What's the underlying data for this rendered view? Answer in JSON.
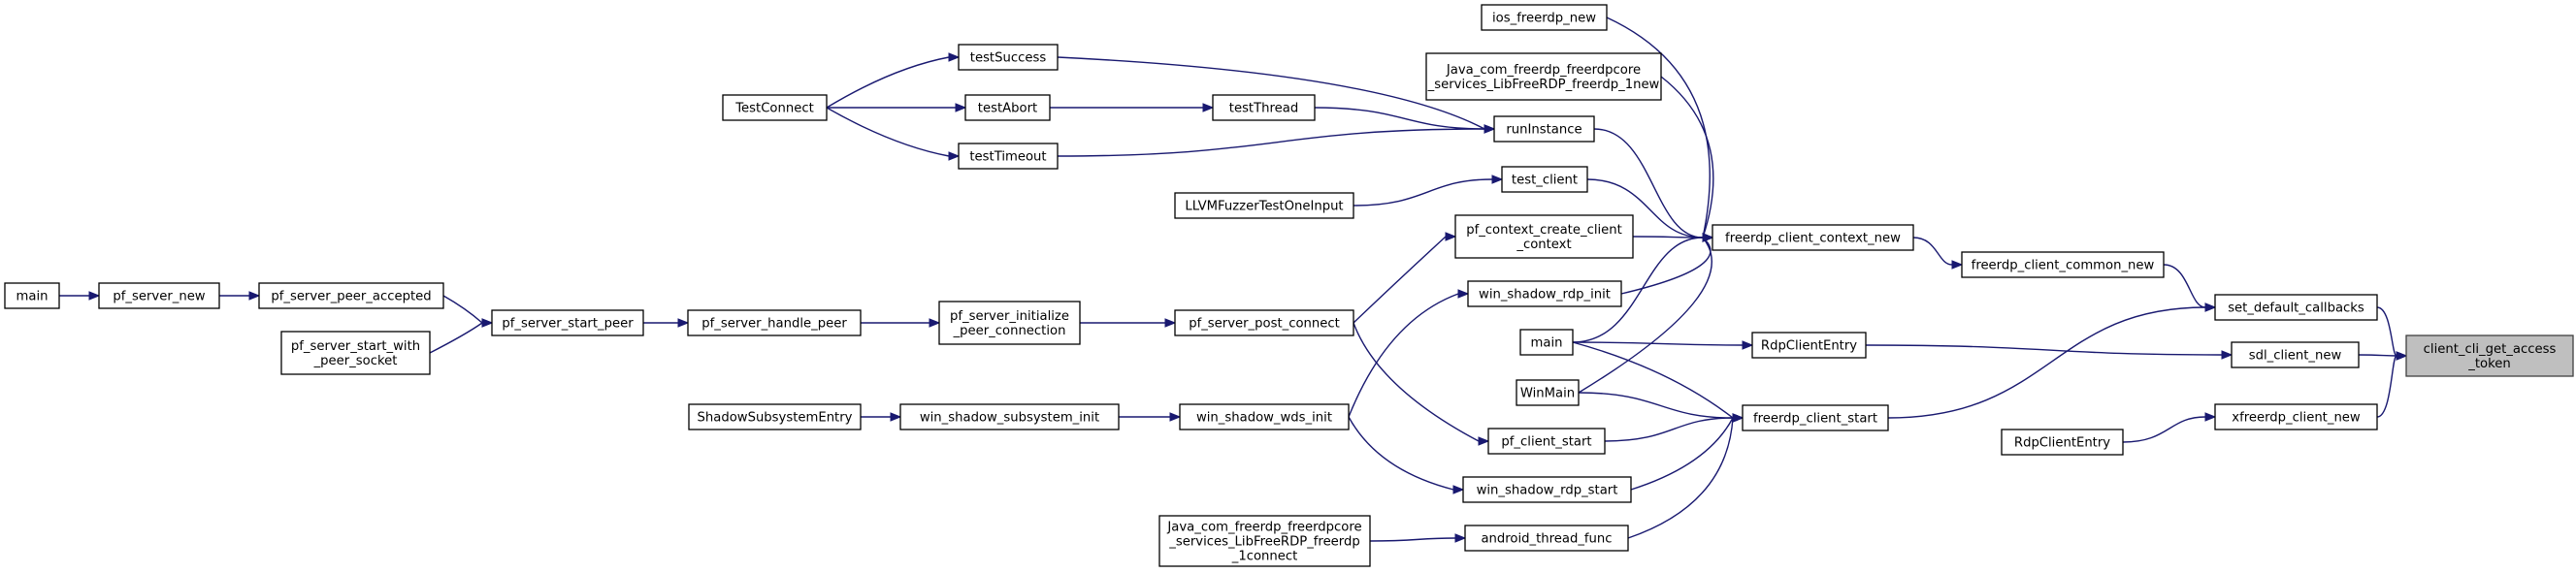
{
  "colors": {
    "edge": "#191970",
    "node_fill": "#ffffff",
    "focus_fill": "#bfbfbf"
  },
  "graph": {
    "nodes": [
      {
        "id": "focus",
        "lines": [
          "client_cli_get_access",
          "_token"
        ],
        "focus": true
      },
      {
        "id": "set_default_callbacks",
        "lines": [
          "set_default_callbacks"
        ]
      },
      {
        "id": "sdl_client_new",
        "lines": [
          "sdl_client_new"
        ]
      },
      {
        "id": "xfreerdp_client_new",
        "lines": [
          "xfreerdp_client_new"
        ]
      },
      {
        "id": "freerdp_client_common_new",
        "lines": [
          "freerdp_client_common_new"
        ]
      },
      {
        "id": "freerdp_client_start",
        "lines": [
          "freerdp_client_start"
        ]
      },
      {
        "id": "RdpClientEntry1",
        "lines": [
          "RdpClientEntry"
        ]
      },
      {
        "id": "RdpClientEntry2",
        "lines": [
          "RdpClientEntry"
        ]
      },
      {
        "id": "freerdp_client_context_new",
        "lines": [
          "freerdp_client_context_new"
        ]
      },
      {
        "id": "ios_freerdp_new",
        "lines": [
          "ios_freerdp_new"
        ]
      },
      {
        "id": "java_new",
        "lines": [
          "Java_com_freerdp_freerdpcore",
          "_services_LibFreeRDP_freerdp_1new"
        ]
      },
      {
        "id": "runInstance",
        "lines": [
          "runInstance"
        ]
      },
      {
        "id": "test_client",
        "lines": [
          "test_client"
        ]
      },
      {
        "id": "pf_context_create_client_context",
        "lines": [
          "pf_context_create_client",
          "_context"
        ]
      },
      {
        "id": "win_shadow_rdp_init",
        "lines": [
          "win_shadow_rdp_init"
        ]
      },
      {
        "id": "main_a",
        "lines": [
          "main"
        ]
      },
      {
        "id": "WinMain",
        "lines": [
          "WinMain"
        ]
      },
      {
        "id": "pf_client_start",
        "lines": [
          "pf_client_start"
        ]
      },
      {
        "id": "win_shadow_rdp_start",
        "lines": [
          "win_shadow_rdp_start"
        ]
      },
      {
        "id": "android_thread_func",
        "lines": [
          "android_thread_func"
        ]
      },
      {
        "id": "testSuccess",
        "lines": [
          "testSuccess"
        ]
      },
      {
        "id": "testAbort",
        "lines": [
          "testAbort"
        ]
      },
      {
        "id": "testThread",
        "lines": [
          "testThread"
        ]
      },
      {
        "id": "testTimeout",
        "lines": [
          "testTimeout"
        ]
      },
      {
        "id": "TestConnect",
        "lines": [
          "TestConnect"
        ]
      },
      {
        "id": "LLVMFuzzerTestOneInput",
        "lines": [
          "LLVMFuzzerTestOneInput"
        ]
      },
      {
        "id": "pf_server_post_connect",
        "lines": [
          "pf_server_post_connect"
        ]
      },
      {
        "id": "win_shadow_wds_init",
        "lines": [
          "win_shadow_wds_init"
        ]
      },
      {
        "id": "pf_server_initialize_peer_connection",
        "lines": [
          "pf_server_initialize",
          "_peer_connection"
        ]
      },
      {
        "id": "win_shadow_subsystem_init",
        "lines": [
          "win_shadow_subsystem_init"
        ]
      },
      {
        "id": "pf_server_handle_peer",
        "lines": [
          "pf_server_handle_peer"
        ]
      },
      {
        "id": "ShadowSubsystemEntry",
        "lines": [
          "ShadowSubsystemEntry"
        ]
      },
      {
        "id": "pf_server_start_peer",
        "lines": [
          "pf_server_start_peer"
        ]
      },
      {
        "id": "pf_server_peer_accepted",
        "lines": [
          "pf_server_peer_accepted"
        ]
      },
      {
        "id": "pf_server_start_with_peer_socket",
        "lines": [
          "pf_server_start_with",
          "_peer_socket"
        ]
      },
      {
        "id": "pf_server_new",
        "lines": [
          "pf_server_new"
        ]
      },
      {
        "id": "main_b",
        "lines": [
          "main"
        ]
      },
      {
        "id": "java_connect",
        "lines": [
          "Java_com_freerdp_freerdpcore",
          "_services_LibFreeRDP_freerdp",
          "_1connect"
        ]
      }
    ],
    "edges": [
      [
        "set_default_callbacks",
        "focus"
      ],
      [
        "sdl_client_new",
        "focus"
      ],
      [
        "xfreerdp_client_new",
        "focus"
      ],
      [
        "freerdp_client_common_new",
        "set_default_callbacks"
      ],
      [
        "freerdp_client_start",
        "set_default_callbacks"
      ],
      [
        "RdpClientEntry1",
        "sdl_client_new"
      ],
      [
        "RdpClientEntry2",
        "xfreerdp_client_new"
      ],
      [
        "freerdp_client_context_new",
        "freerdp_client_common_new"
      ],
      [
        "ios_freerdp_new",
        "freerdp_client_context_new"
      ],
      [
        "java_new",
        "freerdp_client_context_new"
      ],
      [
        "runInstance",
        "freerdp_client_context_new"
      ],
      [
        "test_client",
        "freerdp_client_context_new"
      ],
      [
        "pf_context_create_client_context",
        "freerdp_client_context_new"
      ],
      [
        "win_shadow_rdp_init",
        "freerdp_client_context_new"
      ],
      [
        "main_a",
        "freerdp_client_context_new"
      ],
      [
        "WinMain",
        "freerdp_client_context_new"
      ],
      [
        "main_a",
        "RdpClientEntry1"
      ],
      [
        "main_a",
        "freerdp_client_start"
      ],
      [
        "WinMain",
        "freerdp_client_start"
      ],
      [
        "pf_client_start",
        "freerdp_client_start"
      ],
      [
        "win_shadow_rdp_start",
        "freerdp_client_start"
      ],
      [
        "android_thread_func",
        "freerdp_client_start"
      ],
      [
        "testSuccess",
        "runInstance"
      ],
      [
        "testThread",
        "runInstance"
      ],
      [
        "testTimeout",
        "runInstance"
      ],
      [
        "testAbort",
        "testThread"
      ],
      [
        "TestConnect",
        "testSuccess"
      ],
      [
        "TestConnect",
        "testAbort"
      ],
      [
        "TestConnect",
        "testTimeout"
      ],
      [
        "LLVMFuzzerTestOneInput",
        "test_client"
      ],
      [
        "pf_server_post_connect",
        "pf_context_create_client_context"
      ],
      [
        "pf_server_post_connect",
        "pf_client_start"
      ],
      [
        "win_shadow_wds_init",
        "win_shadow_rdp_init"
      ],
      [
        "win_shadow_wds_init",
        "win_shadow_rdp_start"
      ],
      [
        "pf_server_initialize_peer_connection",
        "pf_server_post_connect"
      ],
      [
        "win_shadow_subsystem_init",
        "win_shadow_wds_init"
      ],
      [
        "pf_server_handle_peer",
        "pf_server_initialize_peer_connection"
      ],
      [
        "ShadowSubsystemEntry",
        "win_shadow_subsystem_init"
      ],
      [
        "pf_server_start_peer",
        "pf_server_handle_peer"
      ],
      [
        "pf_server_peer_accepted",
        "pf_server_start_peer"
      ],
      [
        "pf_server_start_with_peer_socket",
        "pf_server_start_peer"
      ],
      [
        "pf_server_new",
        "pf_server_peer_accepted"
      ],
      [
        "main_b",
        "pf_server_new"
      ],
      [
        "java_connect",
        "android_thread_func"
      ]
    ]
  }
}
